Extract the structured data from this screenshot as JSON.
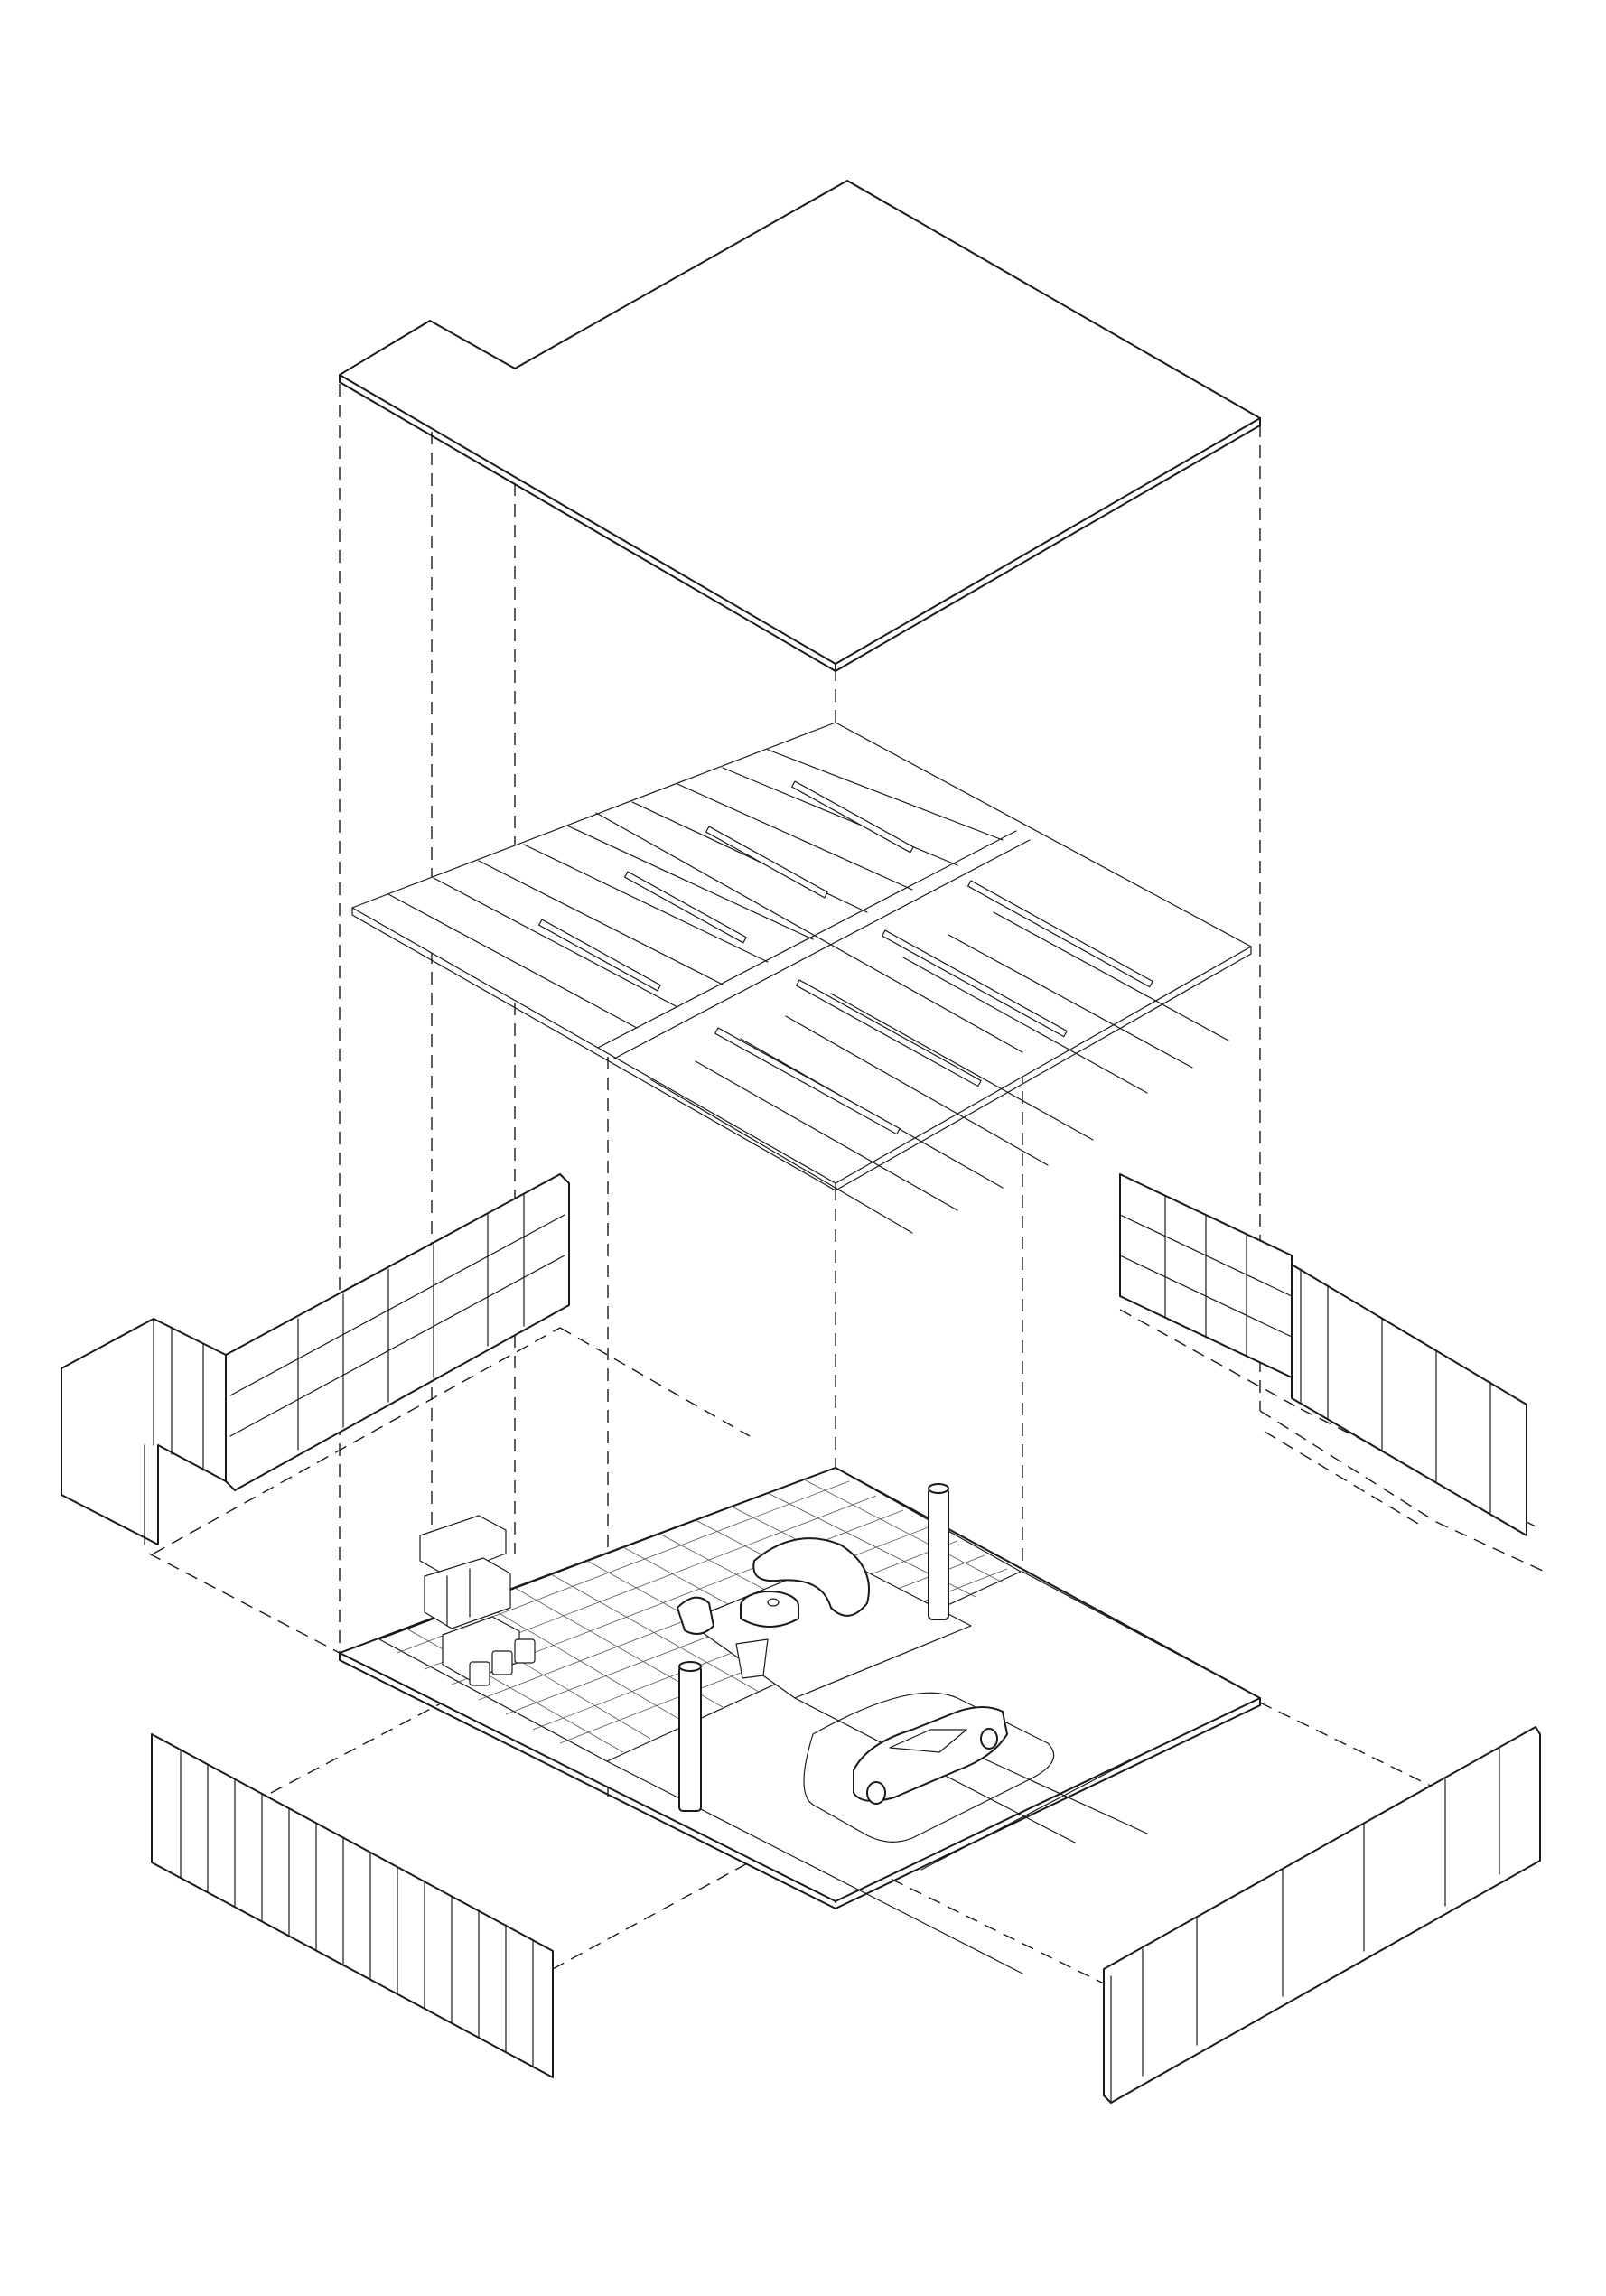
{
  "drawing": {
    "kind": "exploded isometric axonometric",
    "colors": {
      "line": "#1a1a1a",
      "background": "#ffffff",
      "hatch": "#555555"
    },
    "layers": [
      {
        "id": "roof-slab"
      },
      {
        "id": "ceiling-panels"
      },
      {
        "id": "walls"
      },
      {
        "id": "floor-plan"
      }
    ],
    "floor_items": [
      "counter",
      "bar-stools",
      "lounge-sofa",
      "coffee-table",
      "armchair",
      "side-chair",
      "column",
      "car",
      "paving"
    ]
  }
}
